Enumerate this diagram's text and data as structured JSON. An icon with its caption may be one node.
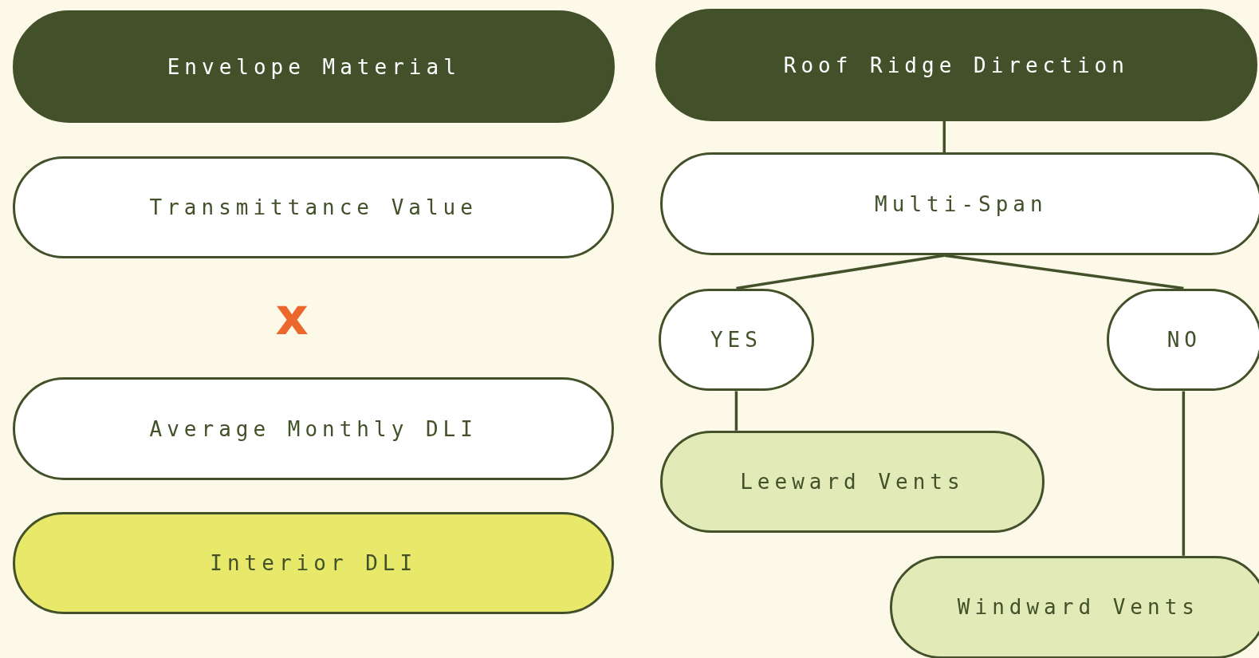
{
  "diagram": {
    "nodes": [
      {
        "text": [
          "Envelope Material"
        ]
      },
      {
        "text": [
          "Transmittance Value"
        ]
      },
      {
        "text": [
          "Average Monthly DLI"
        ]
      },
      {
        "text": [
          "Interior DLI"
        ]
      },
      {
        "text": [
          "Roof Ridge Direction"
        ]
      },
      {
        "text": [
          "Multi-Span"
        ]
      },
      {
        "text": [
          "YES"
        ]
      },
      {
        "text": [
          "NO"
        ]
      },
      {
        "text": [
          "Leeward Vents"
        ]
      },
      {
        "text": [
          "Windward Vents"
        ]
      }
    ],
    "edges": [
      {
        "from": 4,
        "to": 5,
        "arrow": "none"
      },
      {
        "from": 5,
        "to": 6,
        "arrow": "none"
      },
      {
        "from": 5,
        "to": 7,
        "arrow": "none"
      },
      {
        "from": 6,
        "to": 8,
        "arrow": "none"
      },
      {
        "from": 7,
        "to": 9,
        "arrow": "none"
      }
    ],
    "labels": [
      "x"
    ]
  }
}
